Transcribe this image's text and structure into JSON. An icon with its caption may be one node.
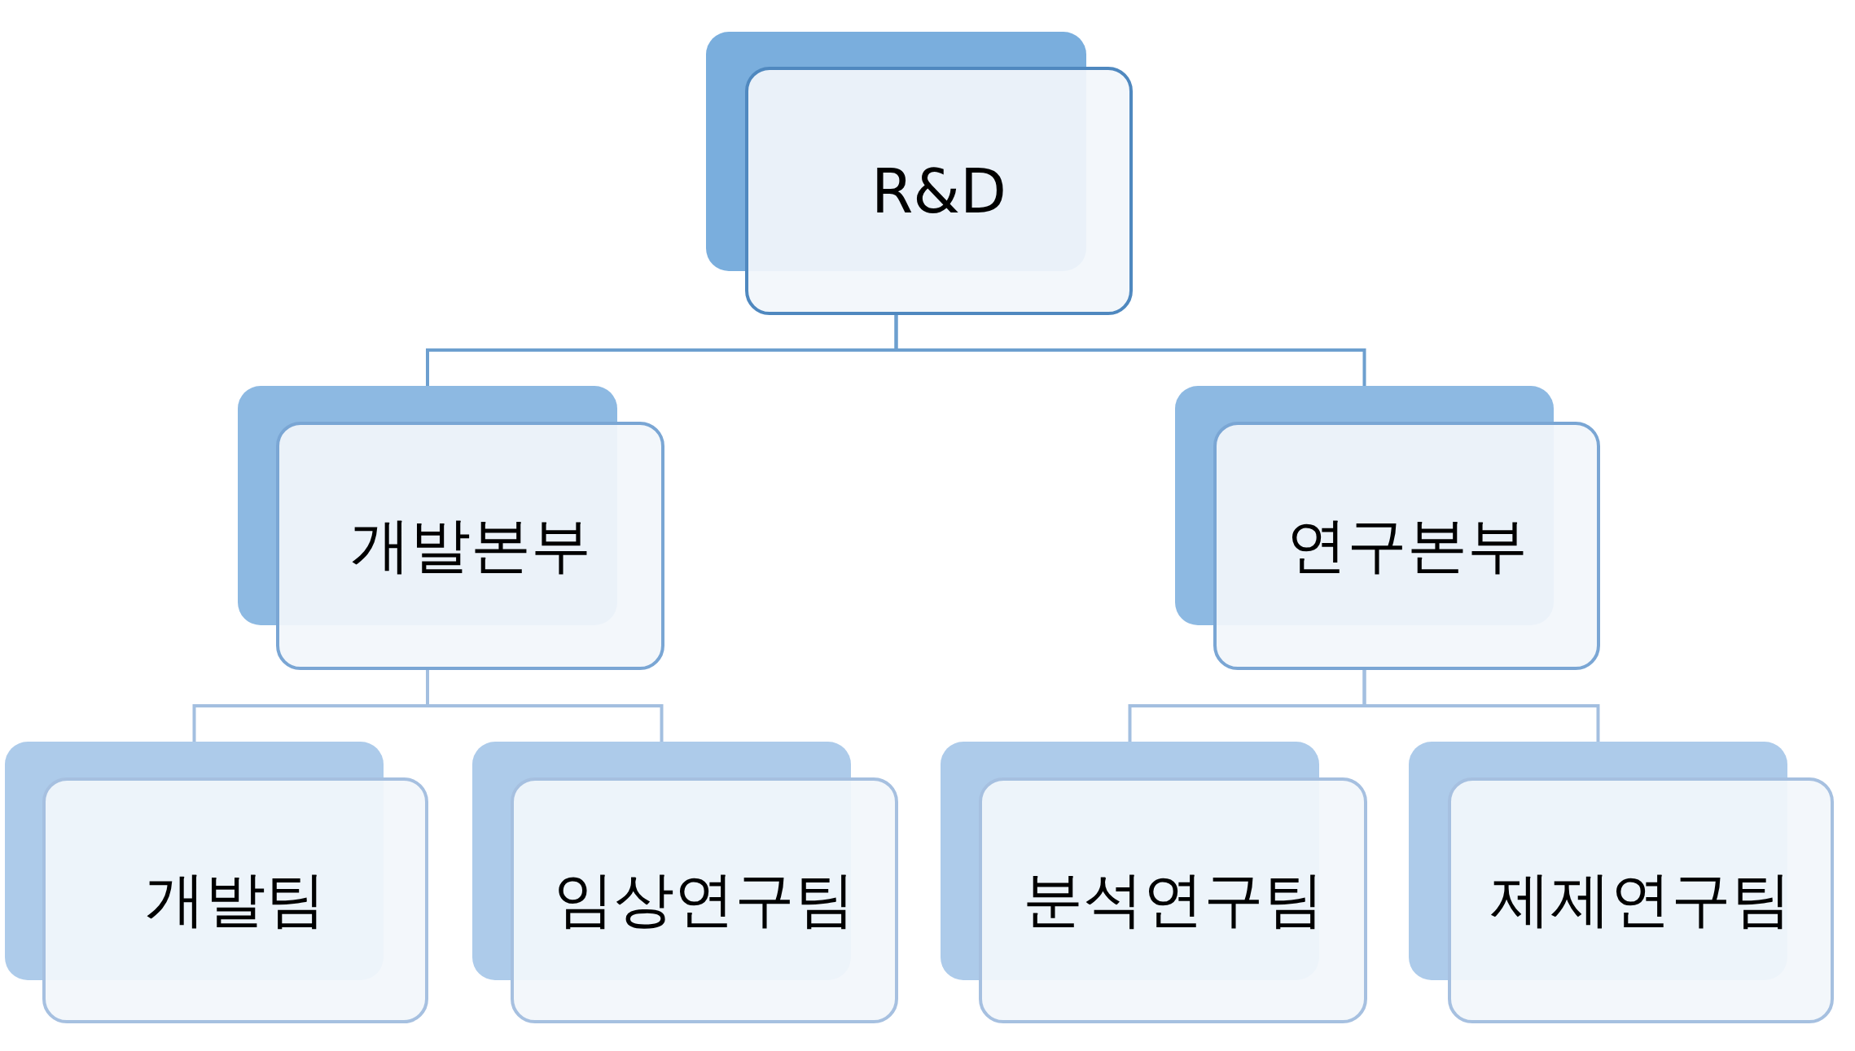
{
  "diagram": {
    "nodes": [
      {
        "text": [
          "R&D"
        ]
      },
      {
        "text": [
          "개발본부"
        ]
      },
      {
        "text": [
          "연구본부"
        ]
      },
      {
        "text": [
          "개발팀"
        ]
      },
      {
        "text": [
          "임상연구팀"
        ]
      },
      {
        "text": [
          "분석연구팀"
        ]
      },
      {
        "text": [
          "제제연구팀"
        ]
      }
    ],
    "edges": [
      {
        "from": 0,
        "to": 1,
        "arrow": "none"
      },
      {
        "from": 0,
        "to": 2,
        "arrow": "none"
      },
      {
        "from": 1,
        "to": 3,
        "arrow": "none"
      },
      {
        "from": 1,
        "to": 4,
        "arrow": "none"
      },
      {
        "from": 2,
        "to": 5,
        "arrow": "none"
      },
      {
        "from": 2,
        "to": 6,
        "arrow": "none"
      }
    ]
  }
}
